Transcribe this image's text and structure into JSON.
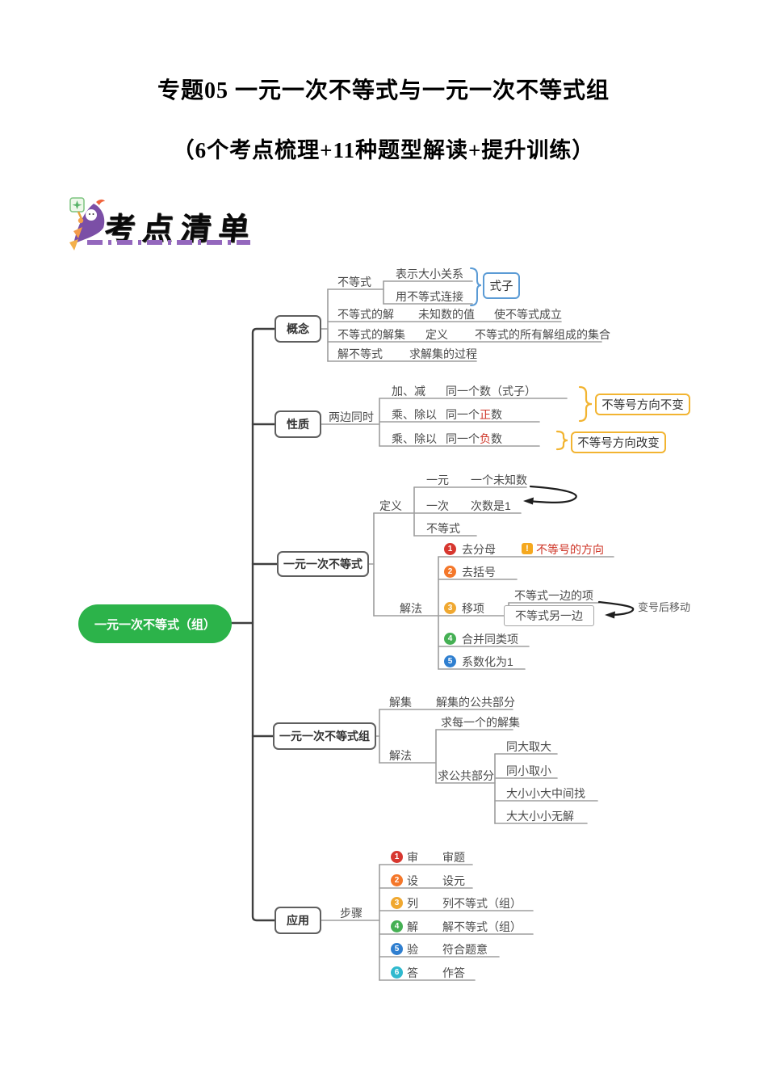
{
  "page": {
    "title": "专题05 一元一次不等式与一元一次不等式组",
    "subtitle": "（6个考点梳理+11种题型解读+提升训练）",
    "section": {
      "label": "考点清单"
    }
  },
  "mm": {
    "root": "一元一次不等式（组）",
    "concept": {
      "label": "概念",
      "ineq": "不等式",
      "ineq_f1": "表示大小关系",
      "ineq_f2": "用不等式连接",
      "ineq_result": "式子",
      "sol": "不等式的解",
      "sol_a": "未知数的值",
      "sol_b": "使不等式成立",
      "solset": "不等式的解集",
      "solset_a": "定义",
      "solset_b": "不等式的所有解组成的集合",
      "solving": "解不等式",
      "solving_a": "求解集的过程"
    },
    "property": {
      "label": "性质",
      "cond": "两边同时",
      "r1a": "加、减",
      "r1b": "同一个数（式子）",
      "r2a": "乘、除以",
      "r2b1": "同一个",
      "r2b2": "正",
      "r2b3": "数",
      "r3a": "乘、除以",
      "r3b1": "同一个",
      "r3b2": "负",
      "r3b3": "数",
      "keep": "不等号方向不变",
      "flip": "不等号方向改变"
    },
    "lineq": {
      "label": "一元一次不等式",
      "def": "定义",
      "d1k": "一元",
      "d1v": "一个未知数",
      "d2k": "一次",
      "d2v": "次数是1",
      "d3k": "不等式",
      "solve": "解法",
      "warn_mark": "!",
      "warn_text": "不等号的方向",
      "steps": [
        {
          "n": "1",
          "t": "去分母"
        },
        {
          "n": "2",
          "t": "去括号"
        },
        {
          "n": "3",
          "t": "移项"
        },
        {
          "n": "4",
          "t": "合并同类项"
        },
        {
          "n": "5",
          "t": "系数化为1"
        }
      ],
      "move_a": "不等式一边的项",
      "move_b": "不等式另一边",
      "move_note": "变号后移动"
    },
    "group": {
      "label": "一元一次不等式组",
      "set": "解集",
      "set_v": "解集的公共部分",
      "solve": "解法",
      "m1": "求每一个的解集",
      "m2": "求公共部分",
      "rules": [
        "同大取大",
        "同小取小",
        "大小小大中间找",
        "大大小小无解"
      ]
    },
    "apply": {
      "label": "应用",
      "steps_label": "步骤",
      "steps": [
        {
          "n": "1",
          "k": "审",
          "v": "审题"
        },
        {
          "n": "2",
          "k": "设",
          "v": "设元"
        },
        {
          "n": "3",
          "k": "列",
          "v": "列不等式（组）"
        },
        {
          "n": "4",
          "k": "解",
          "v": "解不等式（组）"
        },
        {
          "n": "5",
          "k": "验",
          "v": "符合题意"
        },
        {
          "n": "6",
          "k": "答",
          "v": "作答"
        }
      ]
    },
    "colors": {
      "root_green": "#2cb34a",
      "accent_blue": "#5b9bd5",
      "accent_yellow": "#f2b431",
      "accent_red": "#cf3527",
      "step_colors": [
        "#d7372f",
        "#f4772a",
        "#f0a830",
        "#45b054",
        "#2f7fd0",
        "#2fb9ce"
      ]
    }
  }
}
